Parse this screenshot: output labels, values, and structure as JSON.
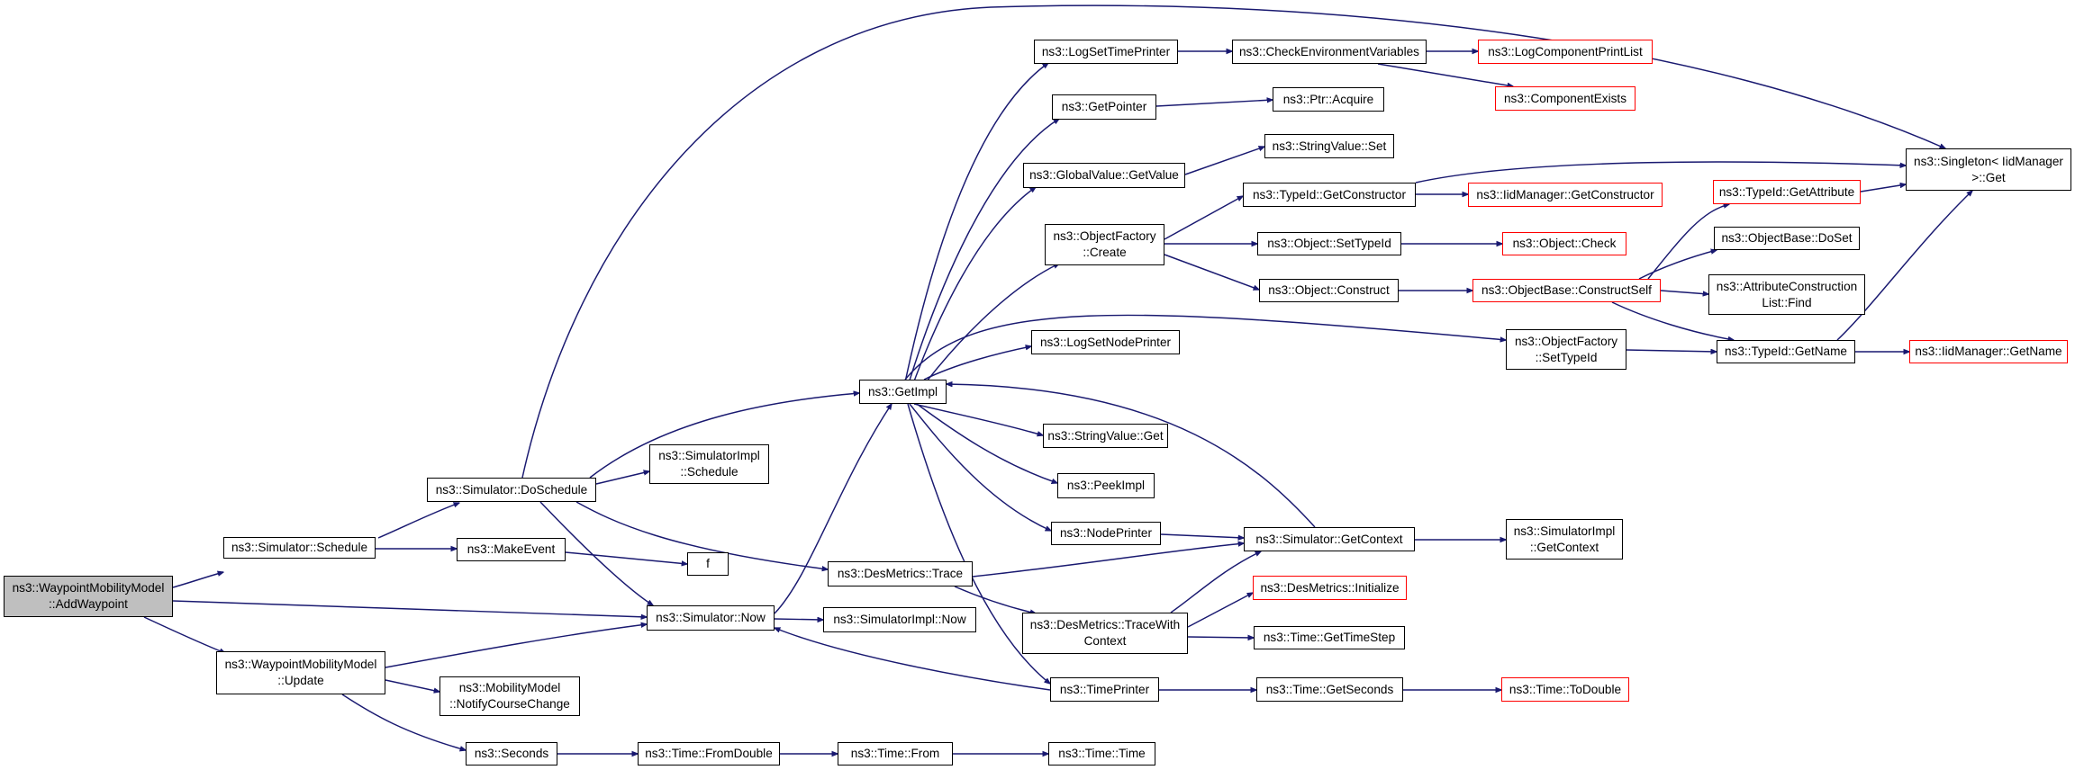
{
  "colors": {
    "edge": "#191970",
    "root_fill": "#bfbfbf",
    "node_border": "#000000",
    "truncated_border": "#ff0000"
  },
  "nodes": {
    "addwaypoint": "ns3::WaypointMobilityModel\n::AddWaypoint",
    "schedule": "ns3::Simulator::Schedule",
    "update": "ns3::WaypointMobilityModel\n::Update",
    "doschedule": "ns3::Simulator::DoSchedule",
    "makeevent": "ns3::MakeEvent",
    "now": "ns3::Simulator::Now",
    "notify": "ns3::MobilityModel\n::NotifyCourseChange",
    "seconds": "ns3::Seconds",
    "simimpl_schedule": "ns3::SimulatorImpl\n::Schedule",
    "f": "f",
    "trace": "ns3::DesMetrics::Trace",
    "simimpl_now": "ns3::SimulatorImpl::Now",
    "fromdouble": "ns3::Time::FromDouble",
    "getimpl": "ns3::GetImpl",
    "tracewithcontext": "ns3::DesMetrics::TraceWith\nContext",
    "from": "ns3::Time::From",
    "logsettimeprinter": "ns3::LogSetTimePrinter",
    "getpointer": "ns3::GetPointer",
    "globalvalue_getvalue": "ns3::GlobalValue::GetValue",
    "objectfactory_create": "ns3::ObjectFactory\n::Create",
    "logsetnodeprinter": "ns3::LogSetNodePrinter",
    "stringvalue_get": "ns3::StringValue::Get",
    "peekimpl": "ns3::PeekImpl",
    "nodeprinter": "ns3::NodePrinter",
    "timeprinter": "ns3::TimePrinter",
    "time_time": "ns3::Time::Time",
    "checkenv": "ns3::CheckEnvironmentVariables",
    "ptr_acquire": "ns3::Ptr::Acquire",
    "stringvalue_set": "ns3::StringValue::Set",
    "typeid_getconstructor": "ns3::TypeId::GetConstructor",
    "object_settypeid": "ns3::Object::SetTypeId",
    "object_construct": "ns3::Object::Construct",
    "getcontext": "ns3::Simulator::GetContext",
    "desmetrics_initialize": "ns3::DesMetrics::Initialize",
    "gettimestep": "ns3::Time::GetTimeStep",
    "getseconds": "ns3::Time::GetSeconds",
    "logcomponentprintlist": "ns3::LogComponentPrintList",
    "componentexists": "ns3::ComponentExists",
    "iidmanager_getconstructor": "ns3::IidManager::GetConstructor",
    "object_check": "ns3::Object::Check",
    "constructself": "ns3::ObjectBase::ConstructSelf",
    "objectfactory_settypeid": "ns3::ObjectFactory\n::SetTypeId",
    "simimpl_getcontext": "ns3::SimulatorImpl\n::GetContext",
    "todouble": "ns3::Time::ToDouble",
    "typeid_getattribute": "ns3::TypeId::GetAttribute",
    "objectbase_doset": "ns3::ObjectBase::DoSet",
    "attrconstruction_find": "ns3::AttributeConstruction\nList::Find",
    "typeid_getname": "ns3::TypeId::GetName",
    "singleton_get": "ns3::Singleton< IidManager\n >::Get",
    "iidmanager_getname": "ns3::IidManager::GetName"
  }
}
